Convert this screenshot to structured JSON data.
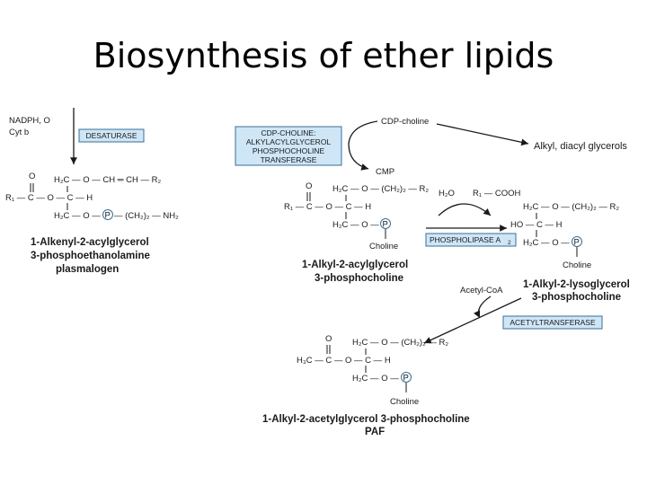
{
  "slide": {
    "title": "Biosynthesis of ether lipids"
  },
  "desaturase_step": {
    "cofactors": [
      "NADPH, O",
      "Cyt b"
    ],
    "enzyme": "DESATURASE"
  },
  "plasmalogen": {
    "chain_1": "H₂C — O — CH ═ CH — R₂",
    "chain_2": "R₁ — C — O — C — H",
    "chain_3": "H₂C — O —",
    "chain_3_tail": "— (CH₂)₂ — NH₂",
    "carbonyl": "O",
    "phosphate": "P",
    "caption": [
      "1-Alkenyl-2-acylglycerol",
      "3-phosphoethanolamine",
      "plasmalogen"
    ]
  },
  "cdp_choline_step": {
    "cdp_choline": "CDP-choline",
    "cmp": "CMP",
    "enzyme": [
      "CDP-CHOLINE:",
      "ALKYLACYLGLYCEROL",
      "PHOSPHOCHOLINE",
      "TRANSFERASE"
    ],
    "product": "Alkyl, diacyl glycerols"
  },
  "alkyl_acyl_pc": {
    "chain_1": "H₂C — O — (CH₂)₂ — R₂",
    "chain_2": "R₁ — C — O — C — H",
    "chain_3": "H₂C — O —",
    "carbonyl": "O",
    "phosphate": "P",
    "head": "Choline",
    "caption": [
      "1-Alkyl-2-acylglycerol",
      "3-phosphocholine"
    ]
  },
  "phospholipase_step": {
    "water": "H₂O",
    "acid": "R₁ — COOH",
    "enzyme": "PHOSPHOLIPASE A"
  },
  "lyso_pc": {
    "chain_1": "H₂C — O — (CH₂)₂ — R₂",
    "chain_2": "HO — C — H",
    "chain_3": "H₂C — O —",
    "phosphate": "P",
    "head": "Choline",
    "caption": [
      "1-Alkyl-2-lysoglycerol",
      "3-phosphocholine"
    ]
  },
  "acetyl_step": {
    "donor": "Acetyl-CoA",
    "enzyme": "ACETYLTRANSFERASE"
  },
  "paf": {
    "chain_1": "H₂C — O — (CH₂)₂ — R₂",
    "chain_2": "H₃C — C — O — C — H",
    "chain_3": "H₂C — O —",
    "carbonyl": "O",
    "phosphate": "P",
    "head": "Choline",
    "caption": [
      "1-Alkyl-2-acetylglycerol 3-phosphocholine",
      "PAF"
    ]
  },
  "colors": {
    "enzyme_box": "#cfe6f7",
    "enzyme_border": "#3a6f96",
    "line": "#1a1a1a"
  }
}
